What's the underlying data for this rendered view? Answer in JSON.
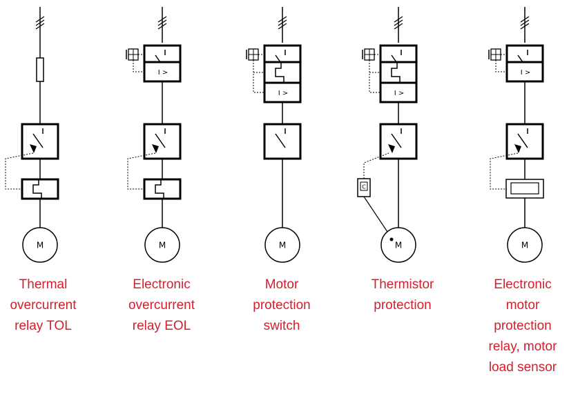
{
  "colors": {
    "line": "#000000",
    "caption": "#d0202e",
    "background": "#ffffff"
  },
  "motor_label": "M",
  "current_symbol": "I >",
  "thermistor_label": "C",
  "columns": [
    {
      "id": "tol",
      "caption": "Thermal\novercurrent\nrelay TOL"
    },
    {
      "id": "eol",
      "caption": "Electronic\novercurrent\nrelay EOL"
    },
    {
      "id": "mps",
      "caption": "Motor\nprotection\nswitch"
    },
    {
      "id": "thermistor",
      "caption": "Thermistor\nprotection"
    },
    {
      "id": "emp",
      "caption": "Electronic\nmotor\nprotection\nrelay, motor\nload sensor"
    }
  ]
}
